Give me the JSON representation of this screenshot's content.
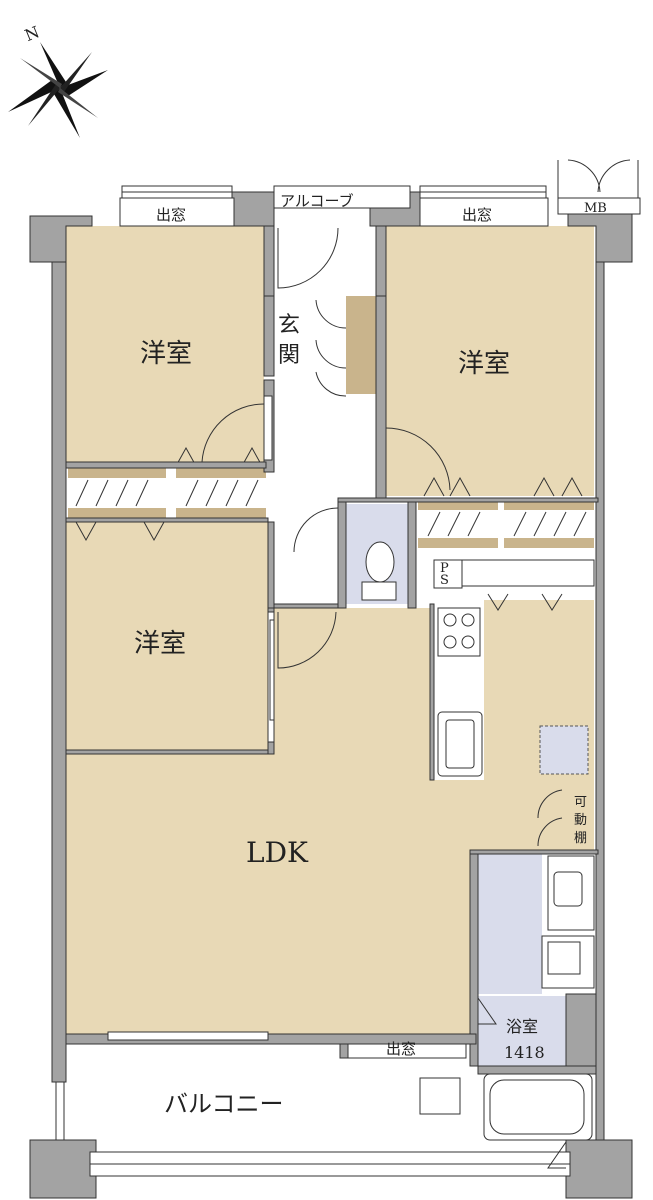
{
  "compass": {
    "north_label": "N"
  },
  "rooms": {
    "western_1": "洋室",
    "western_2": "洋室",
    "western_3": "洋室",
    "ldk": "LDK",
    "entrance_1": "玄",
    "entrance_2": "関",
    "bath_name": "浴室",
    "bath_size": "1418",
    "balcony": "バルコニー"
  },
  "labels": {
    "alcove": "アルコーブ",
    "bay_window_1": "出窓",
    "bay_window_2": "出窓",
    "bay_window_3": "出窓",
    "mb": "MB",
    "ps_1": "P",
    "ps_2": "S",
    "movable_shelf_1": "可",
    "movable_shelf_2": "動",
    "movable_shelf_3": "棚"
  },
  "colors": {
    "room_fill": "#e8d9b6",
    "bath_fill": "#d9dceb",
    "wall_fill": "#a3a3a3",
    "storage_fill": "#c9b48c",
    "line": "#333333"
  }
}
